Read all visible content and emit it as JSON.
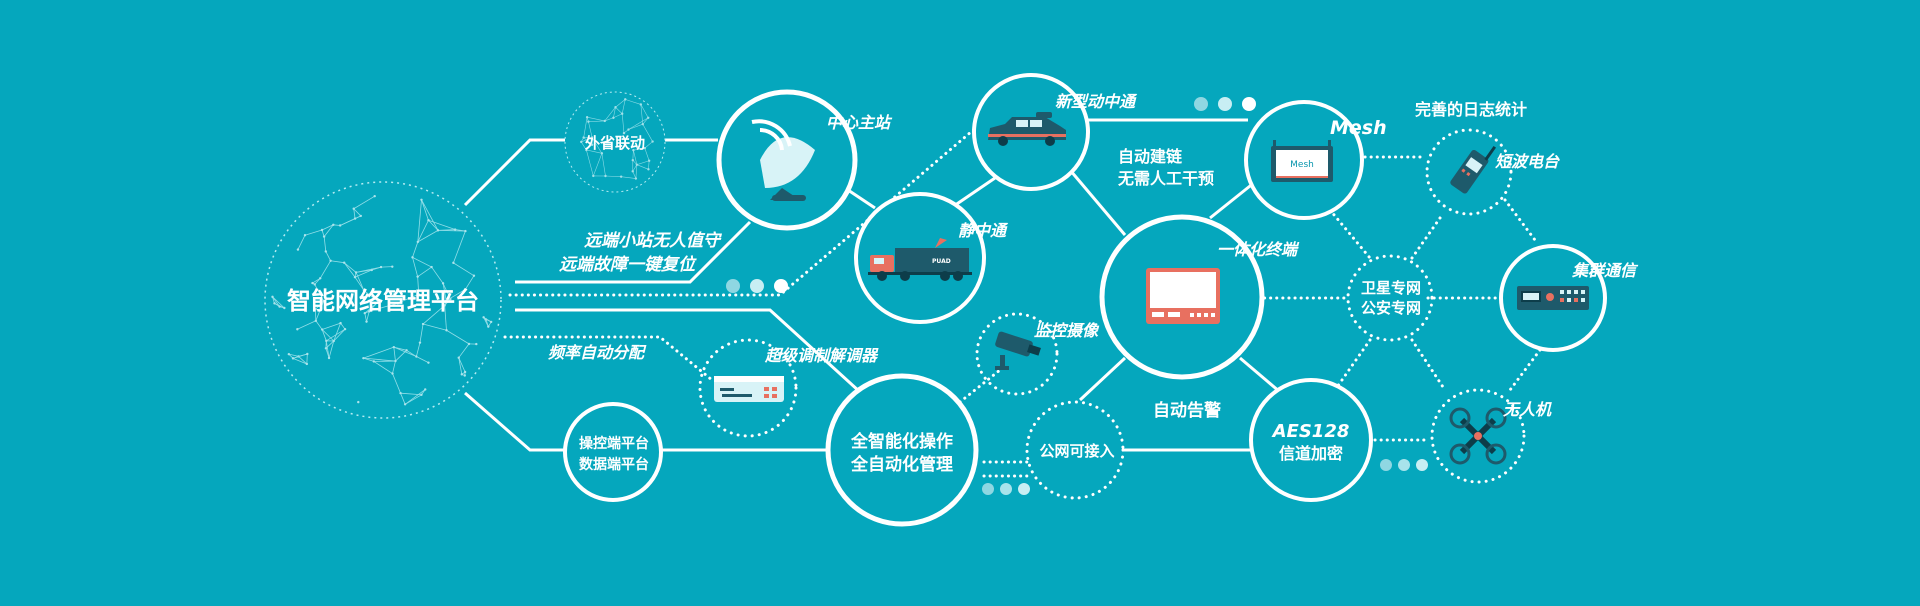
{
  "colors": {
    "background": "#05a7bd",
    "line": "#ffffff",
    "icon_dark": "#1e5a6b",
    "icon_coral": "#e87060",
    "dot_dim": "#8fd7e2"
  },
  "platform": {
    "title": "智能网络管理平台",
    "note_line1": "远端小站无人值守",
    "note_line2": "远端故障一键复位",
    "freq_label": "频率自动分配"
  },
  "nodes": {
    "province": "外省联动",
    "control_line1": "操控端平台",
    "control_line2": "数据端平台",
    "hub": "中心主站",
    "modem": "超级调制解调器",
    "full_line1": "全智能化操作",
    "full_line2": "全自动化管理",
    "satcom_moving": "新型动中通",
    "satcom_static": "静中通",
    "truck_text1": "PUAD",
    "camera": "监控摄像",
    "public_net": "公网可接入",
    "auto_link_line1": "自动建链",
    "auto_link_line2": "无需人工干预",
    "terminal": "一体化终端",
    "auto_alarm": "自动告警",
    "mesh": "Mesh",
    "mesh_screen": "Mesh",
    "log_stats": "完善的日志统计",
    "aes_line1": "AES128",
    "aes_line2": "信道加密",
    "private_line1": "卫星专网",
    "private_line2": "公安专网",
    "radio": "短波电台",
    "trunk": "集群通信",
    "drone": "无人机"
  }
}
